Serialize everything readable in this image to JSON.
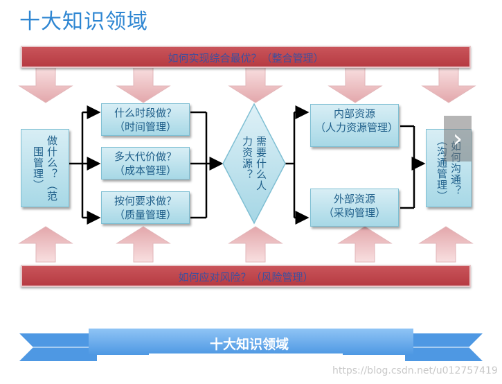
{
  "title": "十大知识领域",
  "top_band": "如何实现综合最优？（整合管理）",
  "bottom_band": "如何应对风险？（风险管理）",
  "scope_box": "做什么？（范围管理）",
  "time_box": [
    "什么时段做？",
    "（时间管理）"
  ],
  "cost_box": [
    "多大代价做？",
    "（成本管理）"
  ],
  "quality_box": [
    "按何要求做？",
    "（质量管理）"
  ],
  "diamond": "需要什么人力资源？",
  "internal_box": [
    "内部资源",
    "（人力资源管理）"
  ],
  "external_box": [
    "外部资源",
    "（采购管理）"
  ],
  "comm_box": "如何沟通？（沟通管理）",
  "carousel_icon": "chevron-right-icon",
  "banner": "十大知识领域",
  "watermark": "https://blog.csdn.net/u012757419",
  "colors": {
    "band": "#c0474d",
    "box": "#b7e0ec",
    "arrow": "#e8b9bc",
    "banner": "#5ba3ea",
    "title": "#2e86d2"
  }
}
